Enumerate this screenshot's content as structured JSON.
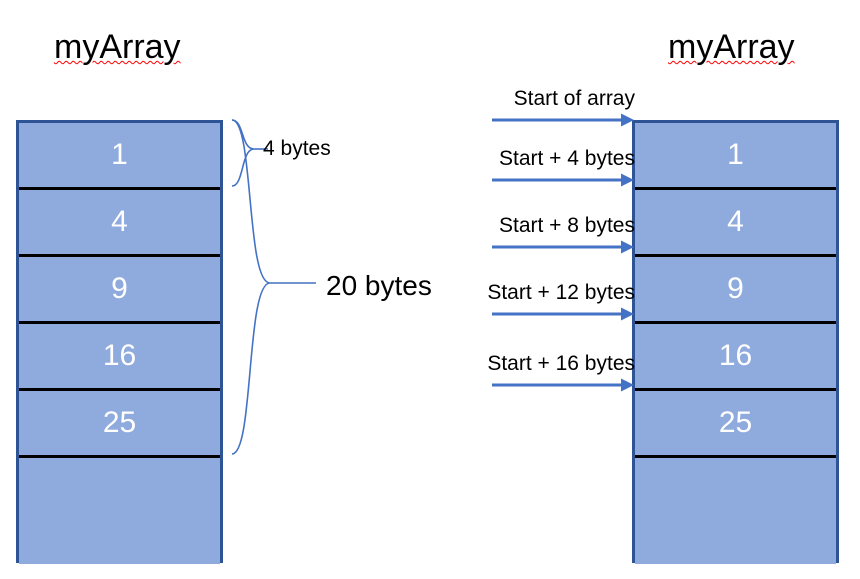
{
  "diagram": {
    "title_text": "myArray",
    "cell_fill_color": "#8FAADC",
    "cell_border_color": "#2E5496",
    "divider_color": "#000000",
    "arrow_color": "#4472C4",
    "brace_color": "#4472C4",
    "value_text_color": "#FFFFFF",
    "spellcheck_underline_color": "#FF0000"
  },
  "left_panel": {
    "title": "myArray",
    "cells": [
      {
        "value": "1"
      },
      {
        "value": "4"
      },
      {
        "value": "9"
      },
      {
        "value": "16"
      },
      {
        "value": "25"
      },
      {
        "value": ""
      }
    ],
    "annotations": [
      {
        "label": "4 bytes",
        "spans_cells": 1
      },
      {
        "label": "20 bytes",
        "spans_cells": 5
      }
    ]
  },
  "right_panel": {
    "title": "myArray",
    "cells": [
      {
        "value": "1"
      },
      {
        "value": "4"
      },
      {
        "value": "9"
      },
      {
        "value": "16"
      },
      {
        "value": "25"
      },
      {
        "value": ""
      }
    ],
    "pointers": [
      {
        "label": "Start of array"
      },
      {
        "label": "Start + 4 bytes"
      },
      {
        "label": "Start + 8 bytes"
      },
      {
        "label": "Start + 12 bytes"
      },
      {
        "label": "Start + 16 bytes"
      }
    ]
  }
}
